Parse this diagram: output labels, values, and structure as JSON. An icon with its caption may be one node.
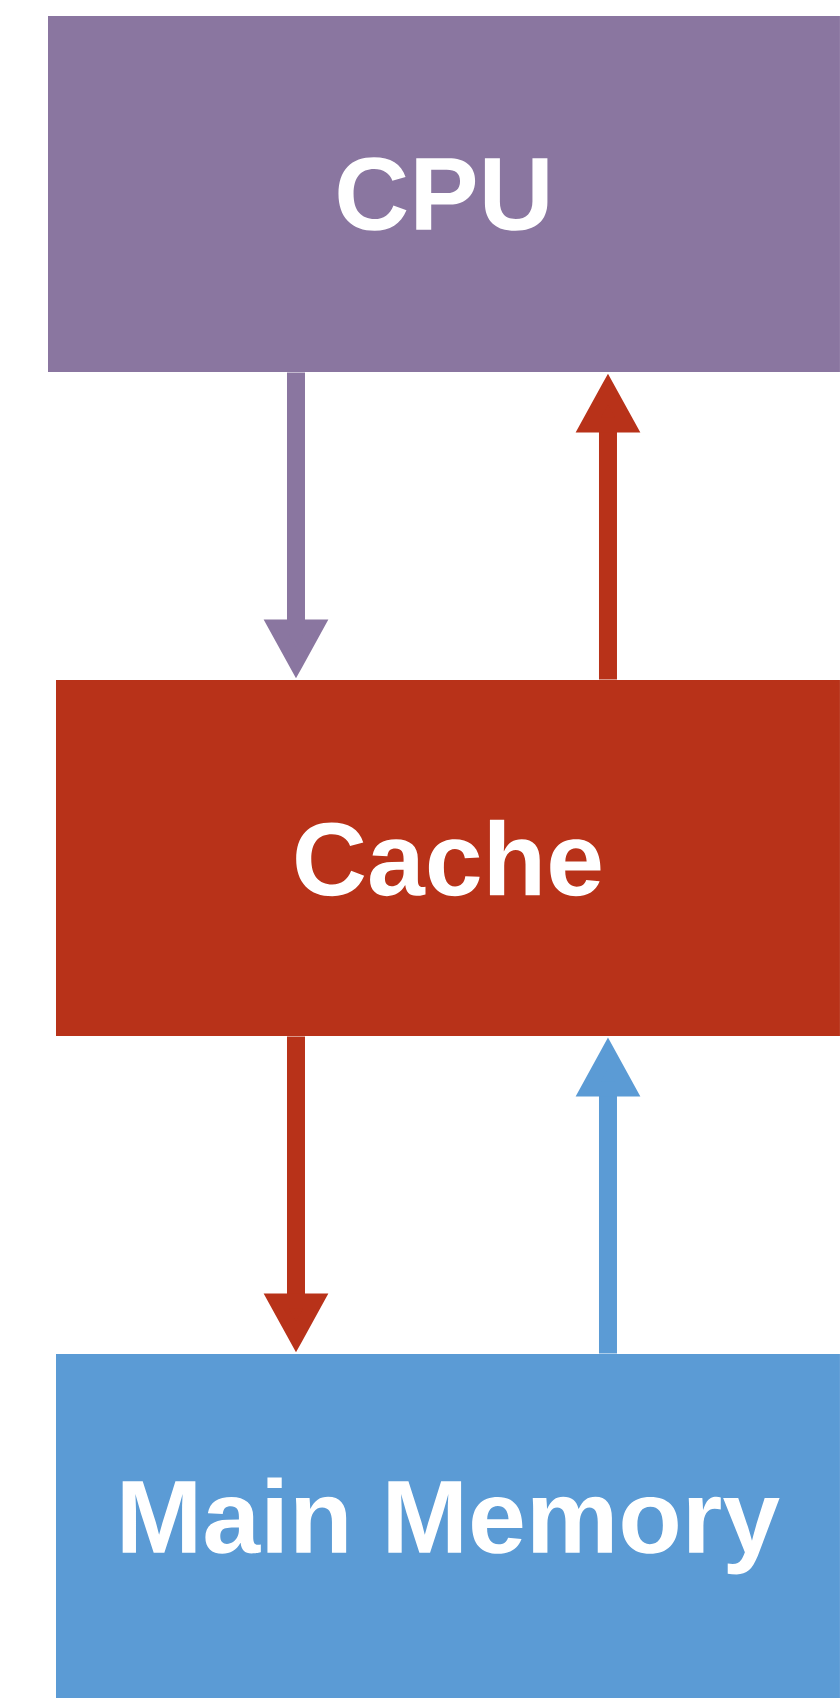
{
  "diagram": {
    "nodes": [
      {
        "text": [
          "CPU"
        ]
      },
      {
        "text": [
          "Cache"
        ]
      },
      {
        "text": [
          "Main Memory"
        ]
      }
    ],
    "edges": [
      {
        "from": 0,
        "to": 1,
        "arrow": "to",
        "color": "#8a76a0"
      },
      {
        "from": 1,
        "to": 0,
        "arrow": "to",
        "color": "#b83219"
      },
      {
        "from": 1,
        "to": 2,
        "arrow": "to",
        "color": "#b83219"
      },
      {
        "from": 2,
        "to": 1,
        "arrow": "to",
        "color": "#5b9bd5"
      }
    ]
  }
}
